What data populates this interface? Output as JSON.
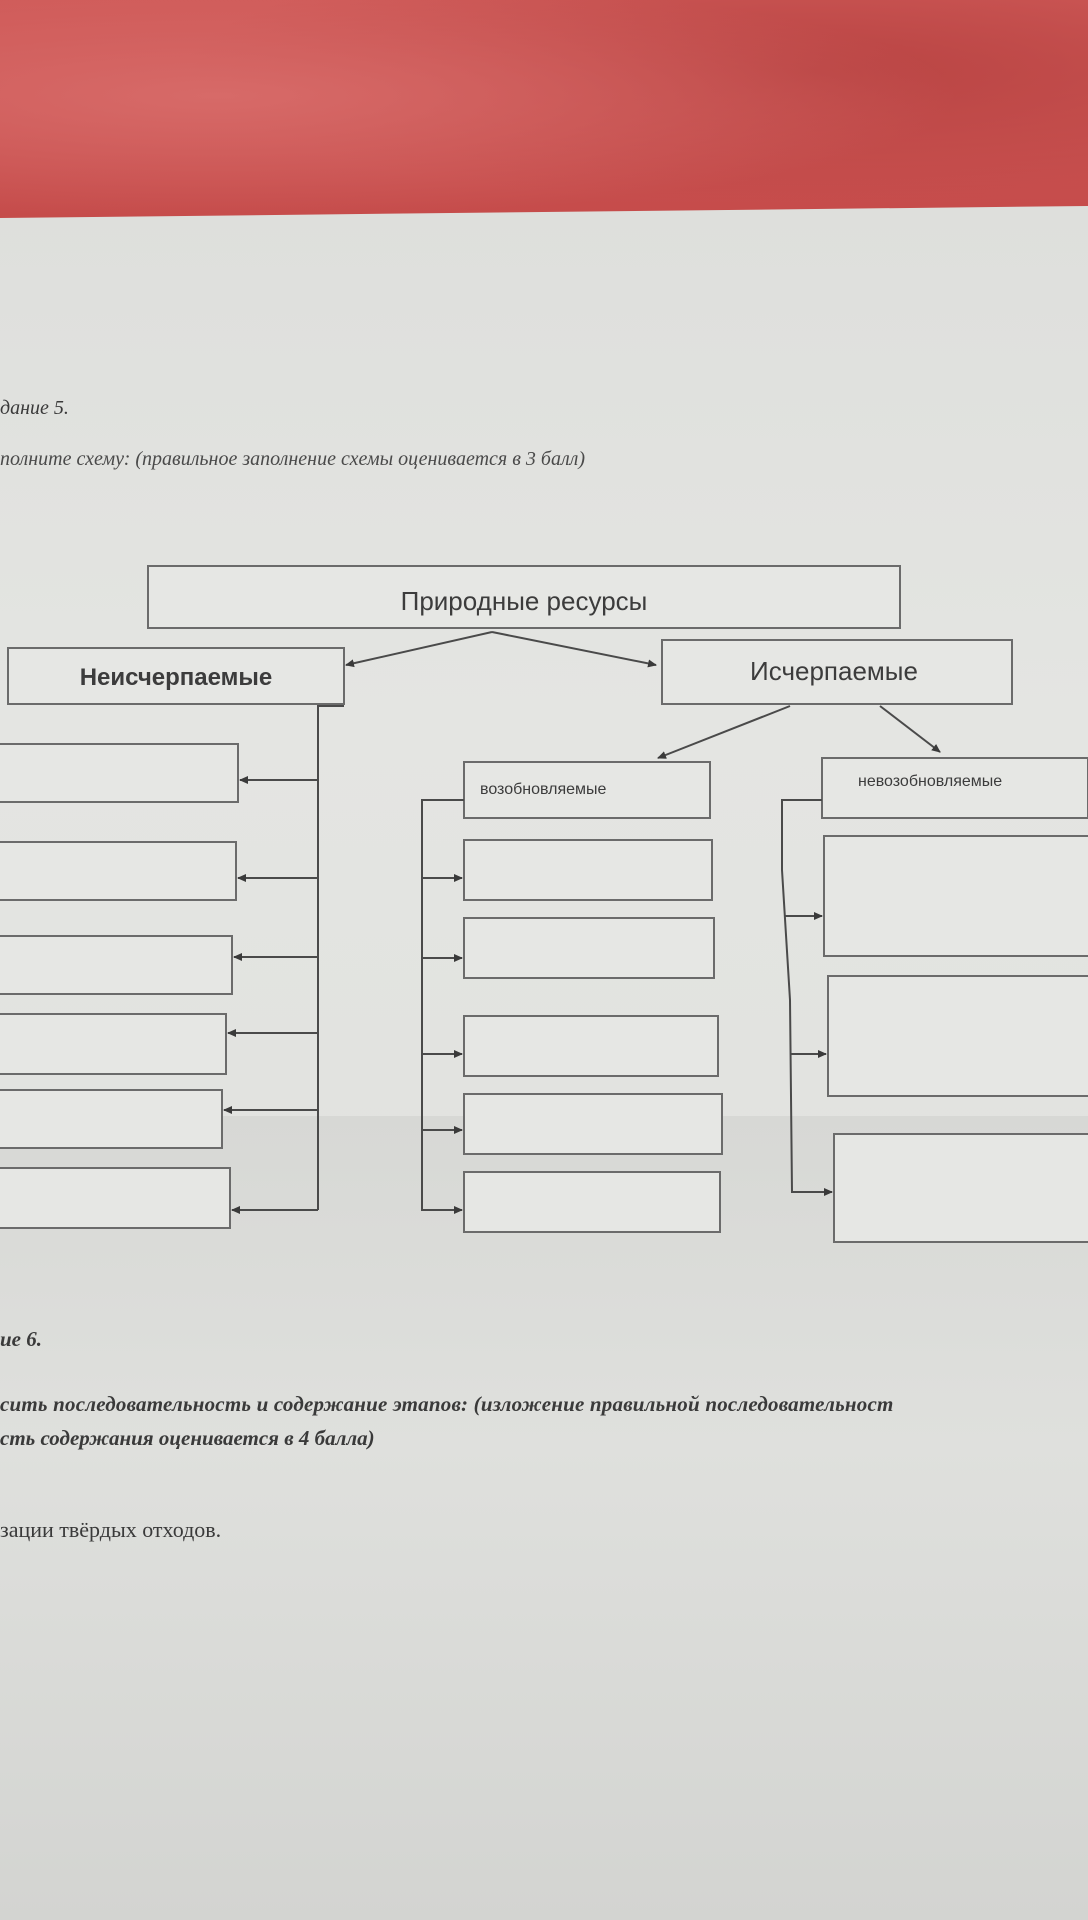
{
  "task5": {
    "title": "дание 5.",
    "instruction": "полните схему: (правильное заполнение схемы оценивается в 3 балл)"
  },
  "scheme": {
    "root": "Природные ресурсы",
    "left_branch": "Неисчерпаемые",
    "right_branch": "Исчерпаемые",
    "renewable": "возобновляемые",
    "nonrenewable": "невозобновляемые"
  },
  "task6": {
    "title": "ие 6.",
    "line1": "сить последовательность и содержание этапов: (изложение правильной последовательност",
    "line2": "сть содержания оценивается в 4 балла)",
    "topic": "зации твёрдых отходов."
  }
}
